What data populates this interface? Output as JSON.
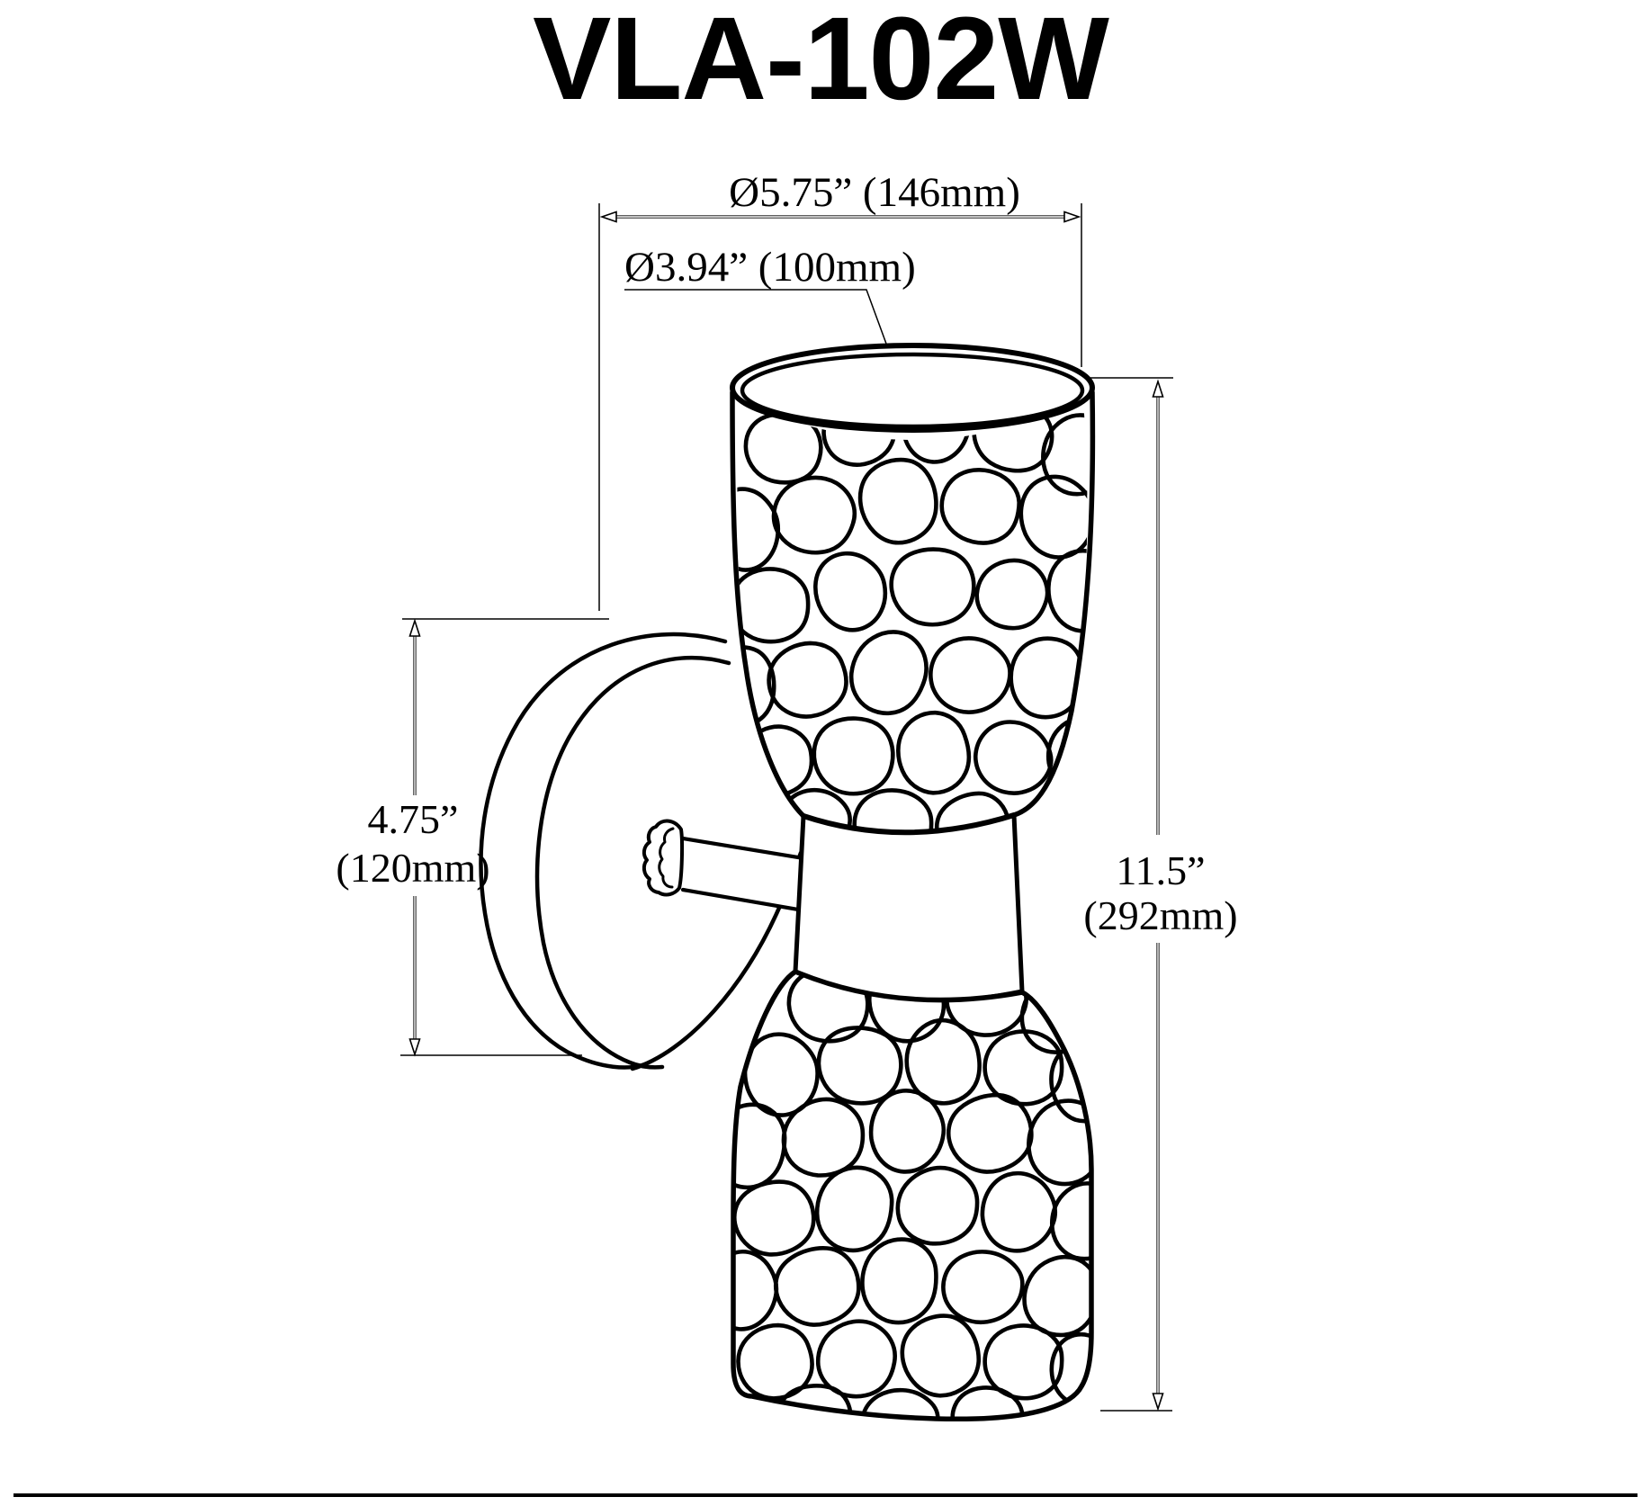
{
  "title": "VLA-102W",
  "dimensions": {
    "shade_outer_diameter": "Ø5.75” (146mm)",
    "shade_opening_diameter": "Ø3.94” (100mm)",
    "backplate_height_in": "4.75”",
    "backplate_height_mm": "(120mm)",
    "overall_height_in": "11.5”",
    "overall_height_mm": "(292mm)"
  },
  "colors": {
    "line": "#000000",
    "background": "#ffffff"
  }
}
